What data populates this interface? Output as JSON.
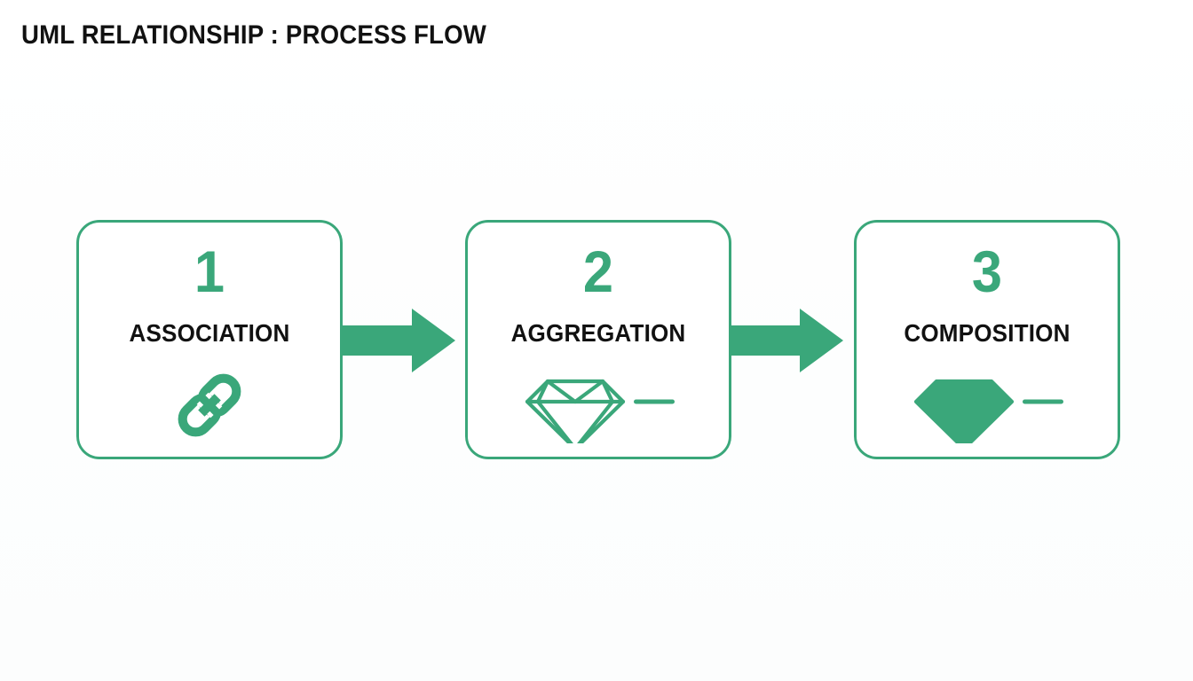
{
  "page": {
    "title": "UML RELATIONSHIP : PROCESS FLOW",
    "background_color": "#ffffff",
    "accent_color": "#3aa77a",
    "text_color": "#111111"
  },
  "flow": {
    "steps": [
      {
        "number": "1",
        "label": "ASSOCIATION",
        "icon": "chain-link-icon",
        "icon_style": "filled"
      },
      {
        "number": "2",
        "label": "AGGREGATION",
        "icon": "hollow-diamond-icon",
        "icon_style": "outline"
      },
      {
        "number": "3",
        "label": "COMPOSITION",
        "icon": "filled-diamond-icon",
        "icon_style": "filled"
      }
    ],
    "connectors": [
      {
        "name": "arrow-1",
        "direction": "right"
      },
      {
        "name": "arrow-2",
        "direction": "right"
      }
    ]
  }
}
